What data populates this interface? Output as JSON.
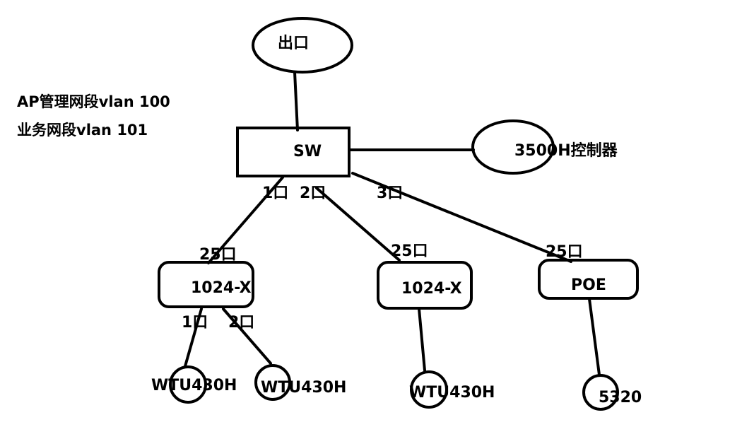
{
  "notes": {
    "line1": "AP管理网段vlan 100",
    "line2": "业务网段vlan 101"
  },
  "nodes": {
    "exit": "出口",
    "sw": "SW",
    "controller": "3500H控制器",
    "sw_left": "1024-X",
    "sw_mid": "1024-X",
    "poe": "POE",
    "ap1": "WTU430H",
    "ap2": "WTU430H",
    "ap3": "WTU430H",
    "ap4": "5320"
  },
  "ports": {
    "sw_port1": "1口",
    "sw_port2": "2口",
    "sw_port3": "3口",
    "left_up": "25口",
    "mid_up": "25口",
    "poe_up": "25口",
    "left_p1": "1口",
    "left_p2": "2口"
  },
  "colors": {
    "line": "#000000",
    "background": "#ffffff"
  }
}
